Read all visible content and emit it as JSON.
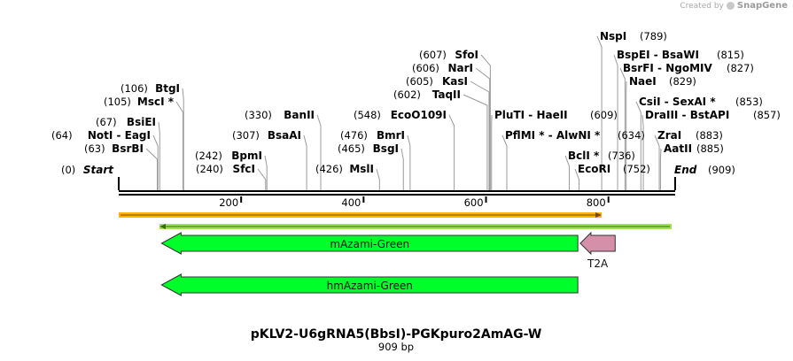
{
  "watermark": {
    "prefix": "Created by",
    "brand": "SnapGene"
  },
  "plasmid": {
    "name": "pKLV2-U6gRNA5(BbsI)-PGKpuro2AmAG-W",
    "size": "909 bp"
  },
  "axis": {
    "ticks": [
      {
        "label": "200",
        "bp": 200
      },
      {
        "label": "400",
        "bp": 400
      },
      {
        "label": "600",
        "bp": 600
      },
      {
        "label": "800",
        "bp": 800
      }
    ]
  },
  "sites": [
    {
      "id": "start",
      "text": "Start",
      "num": "(0)",
      "bp": 0,
      "italic": true
    },
    {
      "id": "bsrbi",
      "text": "BsrBI",
      "num": "(63)",
      "bp": 63
    },
    {
      "id": "noti-eagi",
      "text": "NotI  -  EagI",
      "num": "(64)",
      "bp": 64
    },
    {
      "id": "bsiei",
      "text": "BsiEI",
      "num": "(67)",
      "bp": 67
    },
    {
      "id": "msci",
      "text": "MscI *",
      "num": "(105)",
      "bp": 105
    },
    {
      "id": "btgi",
      "text": "BtgI",
      "num": "(106)",
      "bp": 106
    },
    {
      "id": "sfci",
      "text": "SfcI",
      "num": "(240)",
      "bp": 240
    },
    {
      "id": "bpmi",
      "text": "BpmI",
      "num": "(242)",
      "bp": 242
    },
    {
      "id": "bsaai",
      "text": "BsaAI",
      "num": "(307)",
      "bp": 307
    },
    {
      "id": "banii",
      "text": "BanII",
      "num": "(330)",
      "bp": 330
    },
    {
      "id": "msli",
      "text": "MslI",
      "num": "(426)",
      "bp": 426
    },
    {
      "id": "bsgi",
      "text": "BsgI",
      "num": "(465)",
      "bp": 465
    },
    {
      "id": "bmri",
      "text": "BmrI",
      "num": "(476)",
      "bp": 476
    },
    {
      "id": "ecoo109i",
      "text": "EcoO109I",
      "num": "(548)",
      "bp": 548
    },
    {
      "id": "taqii",
      "text": "TaqII",
      "num": "(602)",
      "bp": 602
    },
    {
      "id": "kasi",
      "text": "KasI",
      "num": "(605)",
      "bp": 605
    },
    {
      "id": "nari",
      "text": "NarI",
      "num": "(606)",
      "bp": 606
    },
    {
      "id": "sfoi",
      "text": "SfoI",
      "num": "(607)",
      "bp": 607
    },
    {
      "id": "pluti-haeii",
      "text": "PluTI  -  HaeII",
      "num": "(609)",
      "bp": 609
    },
    {
      "id": "pflmi-alwni",
      "text": "PflMI *  -  AlwNI *",
      "num": "(634)",
      "bp": 634
    },
    {
      "id": "bcli",
      "text": "BclI *",
      "num": "(736)",
      "bp": 736
    },
    {
      "id": "ecori",
      "text": "EcoRI",
      "num": "(752)",
      "bp": 752
    },
    {
      "id": "nspi",
      "text": "NspI",
      "num": "(789)",
      "bp": 789
    },
    {
      "id": "bspei-bsawi",
      "text": "BspEI  -  BsaWI",
      "num": "(815)",
      "bp": 815
    },
    {
      "id": "bsrfi-ngomiv",
      "text": "BsrFI  -  NgoMIV",
      "num": "(827)",
      "bp": 827
    },
    {
      "id": "naei",
      "text": "NaeI",
      "num": "(829)",
      "bp": 829
    },
    {
      "id": "csii-sexai",
      "text": "CsiI  -  SexAI *",
      "num": "(853)",
      "bp": 853
    },
    {
      "id": "draiii-bstapi",
      "text": "DraIII  -  BstAPI",
      "num": "(857)",
      "bp": 857
    },
    {
      "id": "zrai",
      "text": "ZraI",
      "num": "(883)",
      "bp": 883
    },
    {
      "id": "aatii",
      "text": "AatII",
      "num": "(885)",
      "bp": 885
    },
    {
      "id": "end",
      "text": "End",
      "num": "(909)",
      "bp": 909,
      "italic": true
    }
  ],
  "features": [
    {
      "id": "mazami-green",
      "name": "mAzami-Green",
      "start": 70,
      "end": 750,
      "direction": "reverse",
      "color": "#00ff2a"
    },
    {
      "id": "t2a",
      "name": "T2A",
      "start": 754,
      "end": 811,
      "direction": "reverse",
      "color": "#d58fa9"
    },
    {
      "id": "hmazami-green",
      "name": "hmAzami-Green",
      "start": 70,
      "end": 750,
      "direction": "reverse",
      "color": "#00ff2a"
    }
  ],
  "bars": {
    "orange": "#ffb300",
    "green": "#9fe05a"
  }
}
